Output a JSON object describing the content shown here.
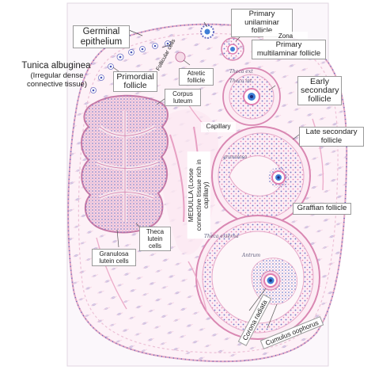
{
  "labels": {
    "germinal": "Germinal epithelium",
    "primary_unilaminar": "Primary unilaminar follicle",
    "zona_pellucida": "Zona pellucida",
    "follicular_cells": "Follicular cells",
    "primary_multilaminar": "Primary multilaminar follicle",
    "tunica_title": "Tunica albuginea",
    "tunica_sub": "(Irregular dense connective tissue)",
    "primordial": "Primordial follicle",
    "atretic": "Atretic follicle",
    "corpus_luteum": "Corpus luteum",
    "early_secondary": "Early secondary follicle",
    "capillary": "Capillary",
    "late_secondary": "Late secondary follicle",
    "medulla": "MEDULLA (Loose connective tissue rich in capillary)",
    "graffian": "Graffian follicle",
    "theca_lutein": "Theca lutein cells",
    "granulosa_lutein": "Granulosa lutein cells",
    "corona_radiata": "Corona radiata",
    "cumulus_oophorus": "Cumulus oophorus"
  },
  "handwritten": {
    "theca_1": "Theca ext",
    "theca_2": "Theca int",
    "granulosa": "granulosa",
    "antrum": "Antrum",
    "theca_ext2": "Theca externa"
  },
  "colors": {
    "outline_pink": "#e3a8c4",
    "nucleus_blue": "#4a55b8",
    "oocyte_blue": "#3f7fd6",
    "granulosa_pink": "#e9b6cf"
  }
}
